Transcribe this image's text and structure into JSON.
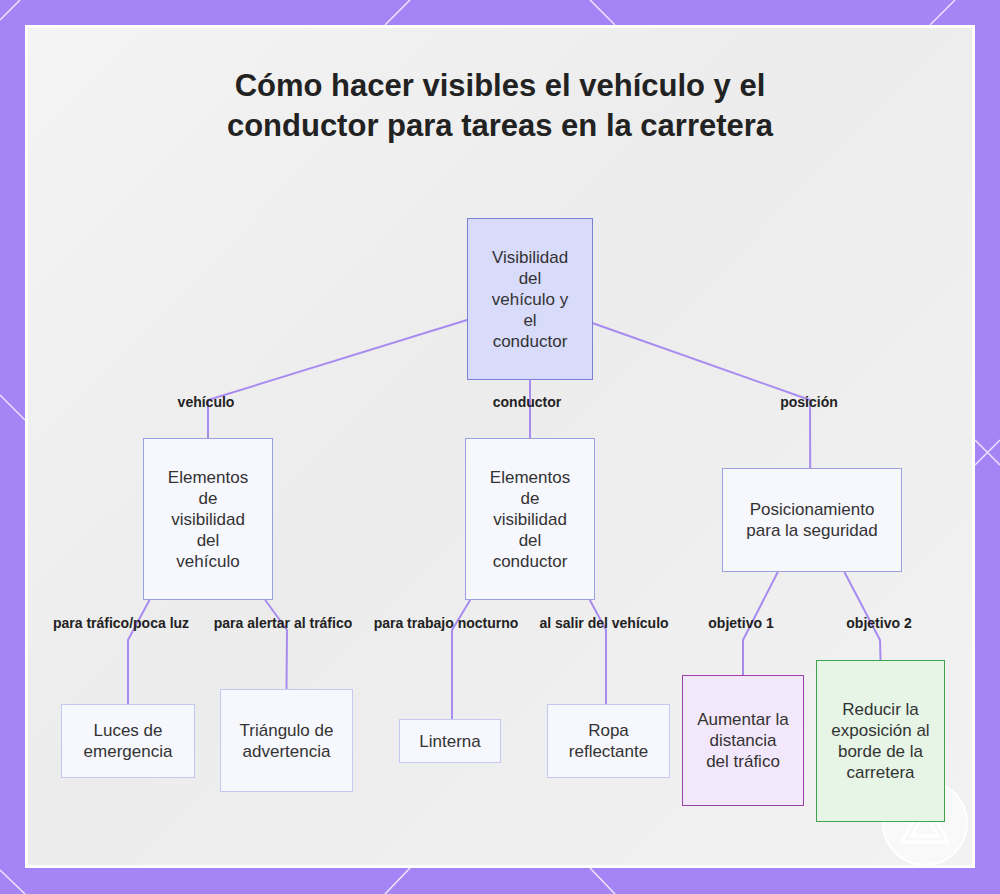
{
  "diagram": {
    "title": "Cómo hacer visibles el vehículo y el conductor para tareas en la carretera",
    "nodes": [
      {
        "text": [
          "Visibilidad del vehículo y el conductor"
        ]
      },
      {
        "text": [
          "Elementos de visibilidad del vehículo"
        ]
      },
      {
        "text": [
          "Elementos de visibilidad del conductor"
        ]
      },
      {
        "text": [
          "Posicionamiento para la seguridad"
        ]
      },
      {
        "text": [
          "Luces de emergencia"
        ]
      },
      {
        "text": [
          "Triángulo de advertencia"
        ]
      },
      {
        "text": [
          "Linterna"
        ]
      },
      {
        "text": [
          "Ropa reflectante"
        ]
      },
      {
        "text": [
          "Aumentar la distancia del tráfico"
        ]
      },
      {
        "text": [
          "Reducir la exposición al borde de la carretera"
        ]
      }
    ],
    "edges": [
      {
        "from": 0,
        "to": 1,
        "arrow": "none",
        "label": "vehículo"
      },
      {
        "from": 0,
        "to": 2,
        "arrow": "none",
        "label": "conductor"
      },
      {
        "from": 0,
        "to": 3,
        "arrow": "none",
        "label": "posición"
      },
      {
        "from": 1,
        "to": 4,
        "arrow": "none",
        "label": "para tráfico/poca luz"
      },
      {
        "from": 1,
        "to": 5,
        "arrow": "none",
        "label": "para alertar al tráfico"
      },
      {
        "from": 2,
        "to": 6,
        "arrow": "none",
        "label": "para trabajo nocturno"
      },
      {
        "from": 2,
        "to": 7,
        "arrow": "none",
        "label": "al salir del vehículo"
      },
      {
        "from": 3,
        "to": 8,
        "arrow": "none",
        "label": "objetivo 1"
      },
      {
        "from": 3,
        "to": 9,
        "arrow": "none",
        "label": "objetivo 2"
      }
    ]
  }
}
